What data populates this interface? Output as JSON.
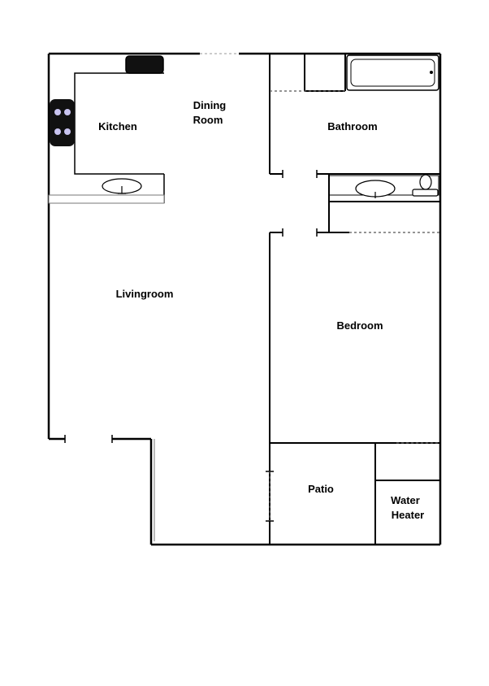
{
  "rooms": {
    "kitchen": "Kitchen",
    "dining_line1": "Dining",
    "dining_line2": "Room",
    "bathroom": "Bathroom",
    "livingroom": "Livingroom",
    "bedroom": "Bedroom",
    "patio": "Patio",
    "water_heater_line1": "Water",
    "water_heater_line2": "Heater"
  },
  "colors": {
    "wall": "#000000",
    "background": "#ffffff",
    "stove": "#111111",
    "burner": "#c9c4f0",
    "fixture_fill": "#ffffff"
  },
  "icons": [
    "stove-icon",
    "refrigerator-icon",
    "sink-icon",
    "bathtub-icon",
    "toilet-icon"
  ]
}
